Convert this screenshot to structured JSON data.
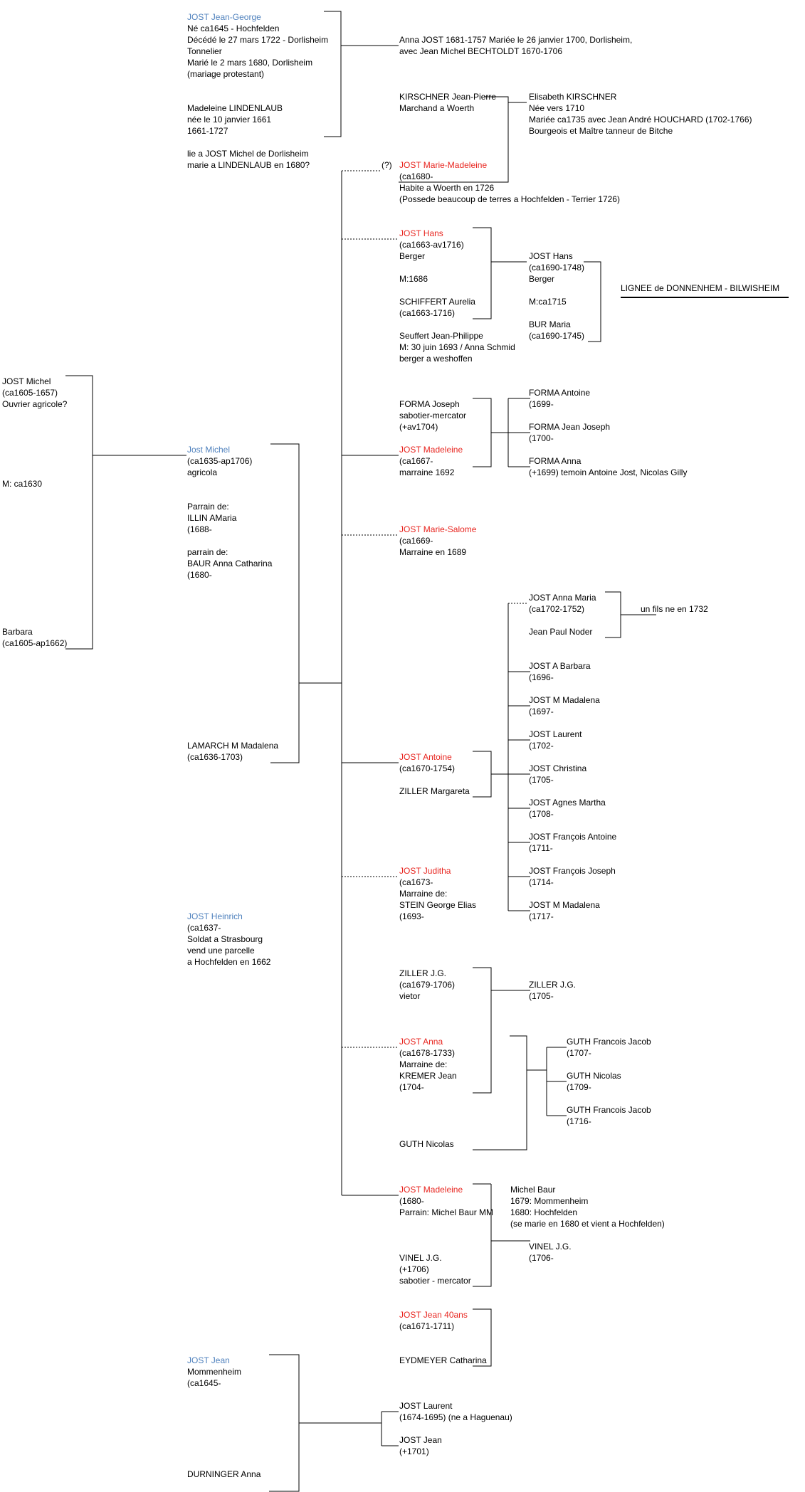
{
  "colors": {
    "spouse_blue": "#4f81bd",
    "child_red": "#e8251f",
    "line": "#000000"
  },
  "blocks": {
    "jean_george": [
      "JOST Jean-George",
      "Né ca1645 - Hochfelden",
      "Décédé le 27 mars 1722 - Dorlisheim",
      "Tonnelier",
      "Marié le 2 mars 1680, Dorlisheim",
      "(mariage protestant)"
    ],
    "madeleine_lindenlaub": [
      "Madeleine LINDENLAUB",
      "née le 10 janvier 1661",
      "1661-1727"
    ],
    "lie_note": [
      "lie a JOST Michel de Dorlisheim",
      "marie a LINDENLAUB en 1680?"
    ],
    "anna_jost": [
      "Anna JOST 1681-1757 Mariée le 26 janvier 1700, Dorlisheim,",
      "avec Jean Michel BECHTOLDT 1670-1706"
    ],
    "kirschner_jp": [
      "KIRSCHNER Jean-Pierre",
      "Marchand a Woerth"
    ],
    "elisabeth_kirschner": [
      "Elisabeth KIRSCHNER",
      "Née vers 1710",
      "Mariée ca1735 avec Jean André HOUCHARD (1702-1766)",
      "Bourgeois et  Maître tanneur de Bitche"
    ],
    "question_mark": "(?)",
    "marie_madeleine": [
      "JOST Marie-Madeleine",
      "(ca1680-",
      "Habite a Woerth en 1726",
      "(Possede beaucoup de terres a Hochfelden - Terrier 1726)"
    ],
    "jost_hans": [
      "JOST Hans",
      "(ca1663-av1716)",
      "Berger"
    ],
    "m1686": "M:1686",
    "schiffert": [
      "SCHIFFERT Aurelia",
      "(ca1663-1716)"
    ],
    "seuffert": [
      "Seuffert Jean-Philippe",
      "M: 30 juin 1693 / Anna Schmid",
      "berger a weshoffen"
    ],
    "jost_hans_child": [
      "JOST Hans",
      "(ca1690-1748)",
      "Berger"
    ],
    "m1715": "M:ca1715",
    "bur_maria": [
      "BUR Maria",
      "(ca1690-1745)"
    ],
    "lignee": "LIGNEE de DONNENHEM - BILWISHEIM",
    "jost_michel_root": [
      "JOST Michel",
      "(ca1605-1657)",
      "Ouvrier agricole?"
    ],
    "m1630": "M: ca1630",
    "barbara": [
      "Barbara",
      "(ca1605-ap1662)"
    ],
    "jost_michel": [
      "Jost Michel",
      "(ca1635-ap1706)",
      "agricola"
    ],
    "parrain": [
      "Parrain de:",
      "ILLIN AMaria",
      "(1688-",
      "",
      "parrain de:",
      "BAUR Anna Catharina",
      "(1680-"
    ],
    "lamarch": [
      "LAMARCH M Madalena",
      "(ca1636-1703)"
    ],
    "forma_joseph": [
      "FORMA Joseph",
      "sabotier-mercator",
      "(+av1704)"
    ],
    "jost_madeleine_1": [
      "JOST Madeleine",
      "(ca1667-",
      "marraine 1692"
    ],
    "forma_antoine": [
      "FORMA Antoine",
      "(1699-"
    ],
    "forma_jean_joseph": [
      "FORMA Jean Joseph",
      "(1700-"
    ],
    "forma_anna": [
      "FORMA Anna",
      "(+1699) temoin Antoine Jost, Nicolas Gilly"
    ],
    "marie_salome": [
      "JOST Marie-Salome",
      "(ca1669-",
      "Marraine en 1689"
    ],
    "anna_maria": [
      "JOST Anna Maria",
      "(ca1702-1752)"
    ],
    "jean_paul_noder": "Jean Paul Noder",
    "un_fils": "un fils ne en 1732",
    "a_barbara": [
      "JOST A Barbara",
      "(1696-"
    ],
    "m_madalena_1697": [
      "JOST M Madalena",
      "(1697-"
    ],
    "laurent_1702": [
      "JOST Laurent",
      "(1702-"
    ],
    "christina": [
      "JOST Christina",
      "(1705-"
    ],
    "agnes": [
      "JOST Agnes Martha",
      "(1708-"
    ],
    "francois_antoine": [
      "JOST François Antoine",
      "(1711-"
    ],
    "francois_joseph": [
      "JOST François Joseph",
      "(1714-"
    ],
    "m_madalena_1717": [
      "JOST M Madalena",
      "(1717-"
    ],
    "jost_antoine": [
      "JOST Antoine",
      "(ca1670-1754)"
    ],
    "ziller_margareta": "ZILLER Margareta",
    "juditha": [
      "JOST Juditha",
      "(ca1673-",
      "Marraine de:",
      "STEIN George Elias",
      "(1693-"
    ],
    "heinrich": [
      "JOST Heinrich",
      "(ca1637-",
      "Soldat a Strasbourg",
      "vend une parcelle",
      "a Hochfelden en 1662"
    ],
    "ziller_jg": [
      "ZILLER J.G.",
      "(ca1679-1706)",
      "vietor"
    ],
    "ziller_jg_child": [
      "ZILLER J.G.",
      "(1705-"
    ],
    "jost_anna": [
      "JOST Anna",
      "(ca1678-1733)",
      "Marraine de:",
      "KREMER Jean",
      "(1704-"
    ],
    "guth_fj1": [
      "GUTH Francois Jacob",
      "(1707-"
    ],
    "guth_nicolas_child": [
      "GUTH Nicolas",
      "(1709-"
    ],
    "guth_fj2": [
      "GUTH Francois Jacob",
      "(1716-"
    ],
    "guth_nicolas": "GUTH Nicolas",
    "jost_madeleine_2": [
      "JOST Madeleine",
      "(1680-",
      "Parrain: Michel Baur MM"
    ],
    "michel_baur": [
      "Michel Baur",
      "1679: Mommenheim",
      "1680: Hochfelden",
      "(se marie en 1680 et vient a Hochfelden)"
    ],
    "vinel_jg": [
      "VINEL J.G.",
      "(+1706)",
      "sabotier - mercator"
    ],
    "vinel_jg_child": [
      "VINEL J.G.",
      "(1706-"
    ],
    "jost_jean_40": [
      "JOST Jean 40ans",
      "(ca1671-1711)"
    ],
    "eydmeyer": "EYDMEYER Catharina",
    "jost_jean": [
      "JOST Jean",
      "Mommenheim",
      "(ca1645-"
    ],
    "durninger": "DURNINGER Anna",
    "jost_laurent": [
      "JOST Laurent",
      "(1674-1695)  (ne a Haguenau)"
    ],
    "jost_jean_child": [
      "JOST Jean",
      "(+1701)"
    ]
  }
}
